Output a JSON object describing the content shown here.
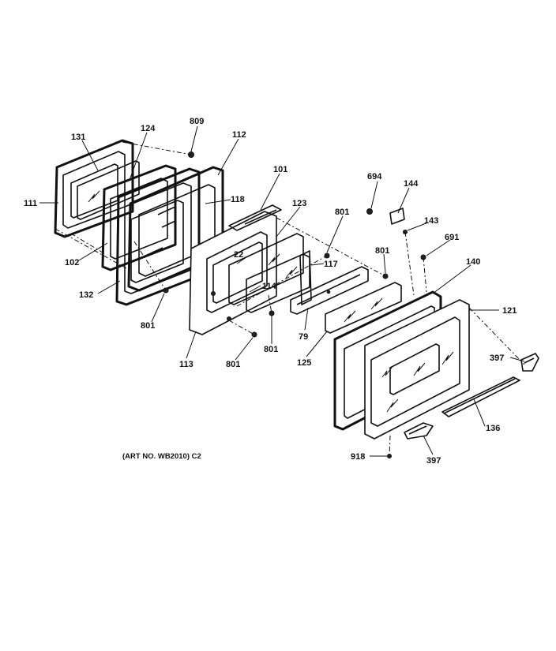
{
  "caption": "(ART NO. WB2010) C2",
  "part_labels": {
    "p131": "131",
    "p124": "124",
    "p809": "809",
    "p112": "112",
    "p101": "101",
    "p111": "111",
    "p118": "118",
    "p123": "123",
    "p801a": "801",
    "p694": "694",
    "p144": "144",
    "p143": "143",
    "p691": "691",
    "p102": "102",
    "p22": "22",
    "p117": "117",
    "p801b": "801",
    "p140": "140",
    "p114": "114",
    "p132": "132",
    "p121": "121",
    "p801c": "801",
    "p79": "79",
    "p801d": "801",
    "p125": "125",
    "p397a": "397",
    "p113": "113",
    "p801e": "801",
    "p136": "136",
    "p918": "918",
    "p397b": "397"
  }
}
